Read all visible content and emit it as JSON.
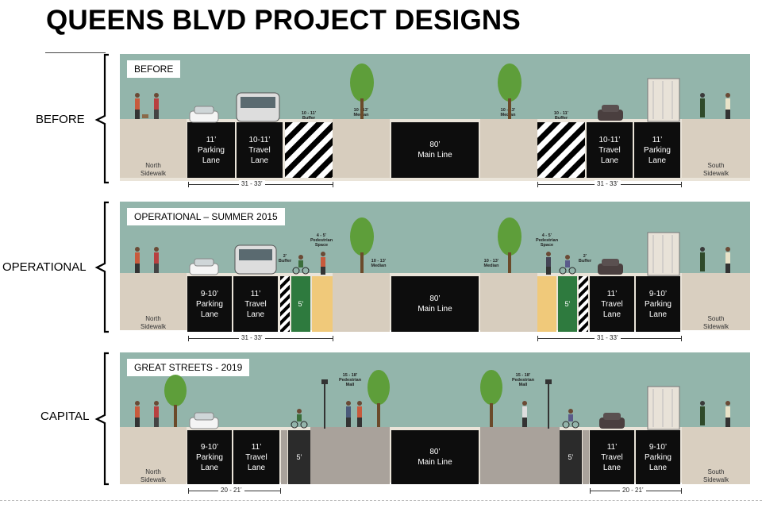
{
  "title": "QUEENS BLVD PROJECT DESIGNS",
  "phases": [
    {
      "label": "BEFORE",
      "tag": "BEFORE"
    },
    {
      "label": "OPERATIONAL",
      "tag": "OPERATIONAL – SUMMER 2015"
    },
    {
      "label": "CAPITAL",
      "tag": "GREAT STREETS - 2019"
    }
  ],
  "labels": {
    "north_sidewalk": "North\nSidewalk",
    "south_sidewalk": "South\nSidewalk",
    "main_line": "80’\nMain Line",
    "median": "10 - 13’\nMedian",
    "buffer_before": "10 - 11’\nBuffer",
    "buffer_op": "2’\nBuffer",
    "ped_space": "4 - 5’\nPedestrian\nSpace",
    "ped_mall": "15 - 18’\nPedestrian\nMall",
    "bike_lane": "5’"
  },
  "before": {
    "parking": "11’\nParking\nLane",
    "travel": "10-11’\nTravel\nLane",
    "dim": "31 - 33’"
  },
  "operational": {
    "parking": "9-10’\nParking\nLane",
    "travel": "11’\nTravel\nLane",
    "dim": "31 - 33’"
  },
  "capital": {
    "parking": "9-10’\nParking\nLane",
    "travel": "11’\nTravel\nLane",
    "dim": "20 - 21’"
  },
  "colors": {
    "sky": "#93b5ab",
    "sidewalk": "#d9cfc0",
    "road": "#0d0d0d",
    "median": "#d7cdbe",
    "bike": "#2e7a3e",
    "ped": "#f0c97a",
    "mall": "#a9a29b"
  }
}
